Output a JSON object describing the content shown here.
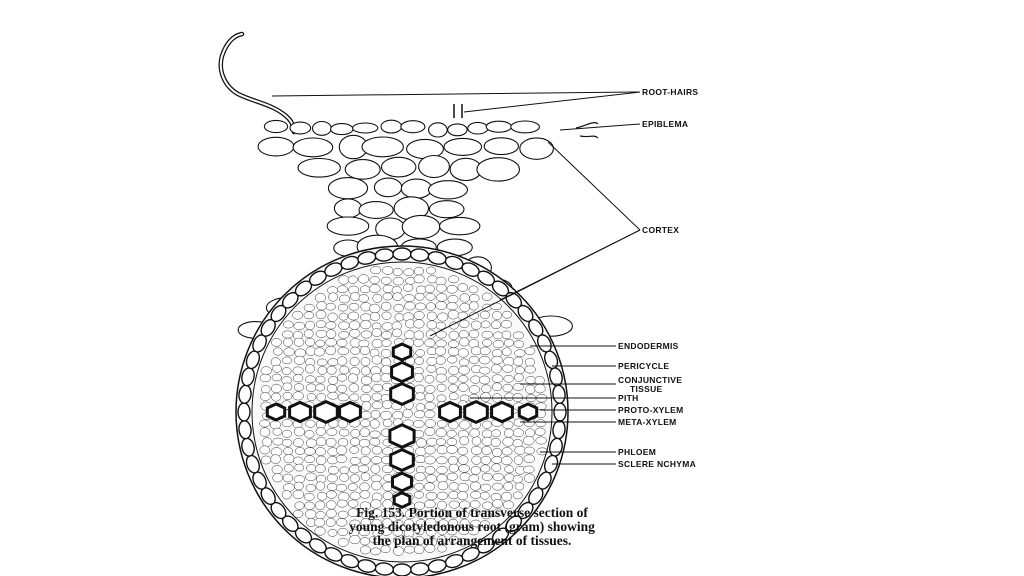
{
  "labels": {
    "root_hairs": "ROOT-HAIRS",
    "epiblema": "EPIBLEMA",
    "cortex": "CORTEX",
    "endodermis": "ENDODERMIS",
    "pericycle": "PERICYCLE",
    "conjunctive_1": "CONJUNCTIVE",
    "conjunctive_2": "TISSUE",
    "pith": "PITH",
    "proto_xylem": "PROTO-XYLEM",
    "meta_xylem": "META-XYLEM",
    "phloem": "PHLOEM",
    "sclerenchyma": "SCLERE NCHYMA"
  },
  "caption": {
    "line1": "Fig. 153.    Portion of transverse section   of",
    "line2": "young dicotyledonous root (gram) showing",
    "line3": "the plan of arrangement  of tissues."
  },
  "colors": {
    "ink": "#111111",
    "background": "#ffffff"
  }
}
